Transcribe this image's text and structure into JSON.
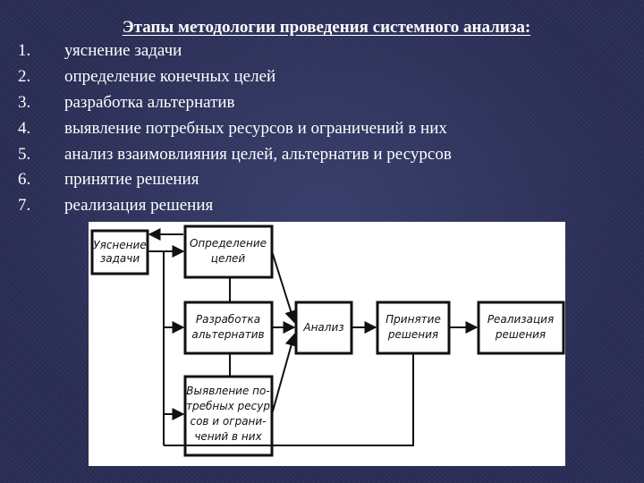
{
  "title": "Этапы методологии проведения системного анализа:",
  "steps": [
    {
      "num": "1.",
      "text": "уяснение задачи"
    },
    {
      "num": "2.",
      "text": "определение конечных целей"
    },
    {
      "num": "3.",
      "text": "разработка альтернатив"
    },
    {
      "num": "4.",
      "text": "выявление потребных ресурсов и ограничений в них"
    },
    {
      "num": "5.",
      "text": "анализ взаимовлияния целей, альтернатив и ресурсов"
    },
    {
      "num": "6.",
      "text": "принятие решения"
    },
    {
      "num": "7.",
      "text": "реализация решения"
    }
  ],
  "diagram": {
    "clarify": [
      "Уяснение",
      "задачи"
    ],
    "goals": [
      "Определение",
      "целей"
    ],
    "alternatives": [
      "Разработка",
      "альтернатив"
    ],
    "resources": [
      "Выявление по-",
      "требных ресур",
      "сов и ограни-",
      "чений в них"
    ],
    "analysis": [
      "Анализ"
    ],
    "decision": [
      "Принятие",
      "решения"
    ],
    "implementation": [
      "Реализация",
      "решения"
    ]
  }
}
